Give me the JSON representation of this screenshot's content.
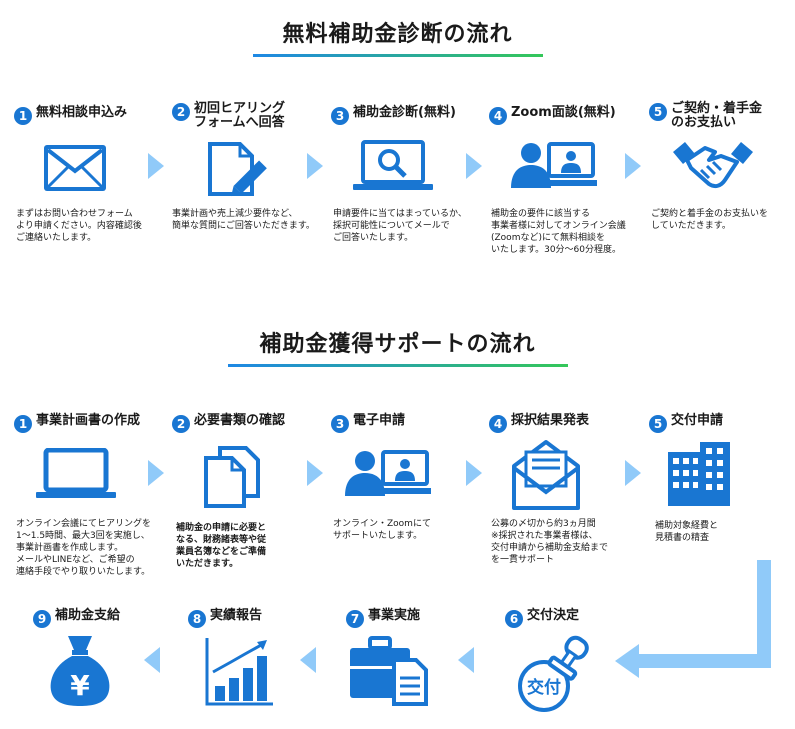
{
  "section1": {
    "title": "無料補助金診断の流れ",
    "steps": [
      {
        "num": "1",
        "title": "無料相談申込み",
        "desc": "まずはお問い合わせフォーム\nより申請ください。内容確認後\nご連絡いたします。",
        "icon": "envelope-icon"
      },
      {
        "num": "2",
        "title": "初回ヒアリング\nフォームへ回答",
        "desc": "事業計画や売上減少要件など、\n簡単な質問にご回答いただきます。",
        "icon": "document-pencil-icon"
      },
      {
        "num": "3",
        "title": "補助金診断(無料)",
        "desc": "申請要件に当てはまっているか、\n採択可能性についてメールで\nご回答いたします。",
        "icon": "laptop-search-icon"
      },
      {
        "num": "4",
        "title": "Zoom面談(無料)",
        "desc": "補助金の要件に該当する\n事業者様に対してオンライン会議\n(Zoomなど)にて無料相談を\nいたします。30分〜60分程度。",
        "icon": "video-call-icon"
      },
      {
        "num": "5",
        "title": "ご契約・着手金\nのお支払い",
        "desc": "ご契約と着手金のお支払いを\nしていただきます。",
        "icon": "handshake-icon"
      }
    ]
  },
  "section2": {
    "title": "補助金獲得サポートの流れ",
    "steps": [
      {
        "num": "1",
        "title": "事業計画書の作成",
        "desc": "オンライン会議にてヒアリングを\n1〜1.5時間、最大3回を実施し、\n事業計画書を作成します。\nメールやLINEなど、ご希望の\n連絡手段でやり取りいたします。",
        "icon": "laptop-icon"
      },
      {
        "num": "2",
        "title": "必要書類の確認",
        "desc": "補助金の申請に必要と\nなる、財務諸表等や従\n業員名簿などをご準備\nいただきます。",
        "icon": "documents-icon"
      },
      {
        "num": "3",
        "title": "電子申請",
        "desc": "オンライン・Zoomにて\nサポートいたします。",
        "icon": "video-call-icon"
      },
      {
        "num": "4",
        "title": "採択結果発表",
        "desc": "公募の〆切から約3ヵ月間\n※採択された事業者様は、\n交付申請から補助金支給まで\nを一貫サポート",
        "icon": "open-mail-icon"
      },
      {
        "num": "5",
        "title": "交付申請",
        "desc": "補助対象経費と\n見積書の精査",
        "icon": "building-icon"
      },
      {
        "num": "6",
        "title": "交付決定",
        "desc": "",
        "icon": "stamp-icon",
        "stamp_text": "交付"
      },
      {
        "num": "7",
        "title": "事業実施",
        "desc": "",
        "icon": "briefcase-icon"
      },
      {
        "num": "8",
        "title": "実績報告",
        "desc": "",
        "icon": "growth-chart-icon"
      },
      {
        "num": "9",
        "title": "補助金支給",
        "desc": "",
        "icon": "money-bag-icon",
        "bag_text": "¥"
      }
    ]
  }
}
